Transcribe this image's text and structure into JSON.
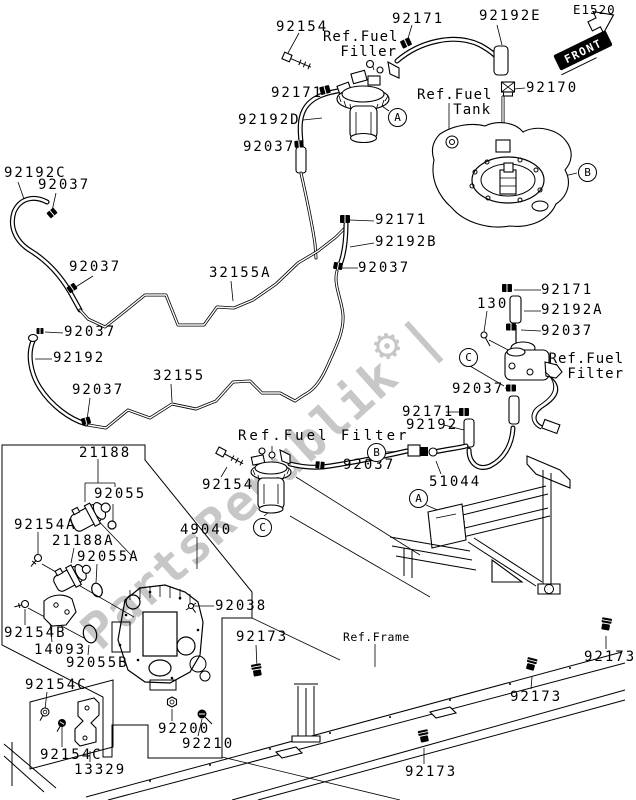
{
  "page": {
    "code": "E1520",
    "front_label": "FRONT",
    "watermark_text": "PartsRepublik",
    "watermark_gear": "⚙",
    "watermark_bar": "|"
  },
  "refs": {
    "fuel_filler": "Ref.Fuel\nFiller",
    "fuel_tank": "Ref.Fuel\nTank",
    "fuel_filter_right": "Ref.Fuel\nFilter",
    "fuel_filter_center": "Ref.Fuel Filter",
    "frame": "Ref.Frame"
  },
  "circles": [
    "A",
    "B",
    "C",
    "B",
    "A",
    "C"
  ],
  "parts": [
    "92154",
    "92171",
    "92192E",
    "92170",
    "92171",
    "92192D",
    "92037",
    "92192C",
    "92037",
    "92171",
    "92192B",
    "92037",
    "32155A",
    "92037",
    "92037",
    "92192",
    "32155",
    "92037",
    "130",
    "92171",
    "92192A",
    "92037",
    "92037",
    "92171",
    "92192",
    "92037",
    "51044",
    "92154",
    "21188",
    "92055",
    "92154A",
    "21188A",
    "92055A",
    "49040",
    "92038",
    "92154B",
    "14093",
    "92055B",
    "92154C",
    "92154C",
    "13329",
    "92200",
    "92210",
    "92173",
    "92173",
    "92173",
    "92173"
  ]
}
